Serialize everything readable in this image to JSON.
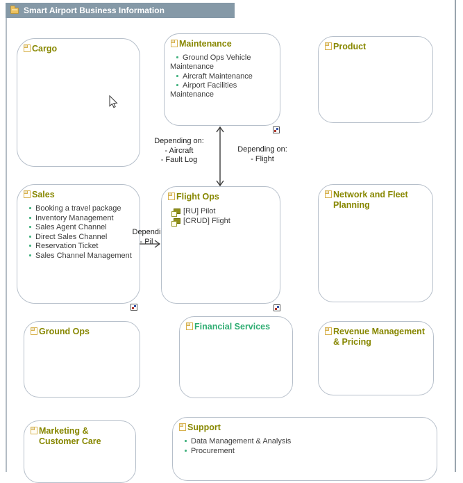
{
  "header": {
    "title": "Smart Airport Business Information"
  },
  "boxes": {
    "cargo": {
      "title": "Cargo"
    },
    "maintenance": {
      "title": "Maintenance",
      "items": [
        "Ground Ops Vehicle Maintenance",
        "Aircraft Maintenance",
        "Airport Facilities Maintenance"
      ]
    },
    "product": {
      "title": "Product"
    },
    "sales": {
      "title": "Sales",
      "items": [
        "Booking a travel package",
        "Inventory Management",
        "Sales Agent Channel",
        "Direct Sales Channel",
        "Reservation Ticket",
        "Sales Channel Management"
      ]
    },
    "flight_ops": {
      "title": "Flight Ops",
      "entities": [
        "[RU] Pilot",
        "[CRUD] Flight"
      ]
    },
    "network": {
      "title": "Network and Fleet Planning"
    },
    "ground_ops": {
      "title": "Ground Ops"
    },
    "financial": {
      "title": "Financial Services"
    },
    "revenue": {
      "title": "Revenue Management & Pricing"
    },
    "marketing": {
      "title": "Marketing & Customer Care"
    },
    "support": {
      "title": "Support",
      "items": [
        "Data Management & Analysis",
        "Procurement"
      ]
    }
  },
  "connectors": {
    "maintenance_flight_ops": {
      "left_label": [
        "Depending on:",
        "- Aircraft",
        "- Fault Log"
      ],
      "right_label": [
        "Depending on:",
        "- Flight"
      ]
    },
    "sales_flight_ops": {
      "label": [
        "Dependi",
        "- Pil"
      ]
    }
  },
  "colors": {
    "header_bg": "#8599a7",
    "title_color": "#878700",
    "accent_green": "#2fad72",
    "bullet": "#46b381",
    "box_border": "#b6bfca",
    "frame_border": "#b3bcc4",
    "frame_border_dark": "#9aa5ae"
  }
}
